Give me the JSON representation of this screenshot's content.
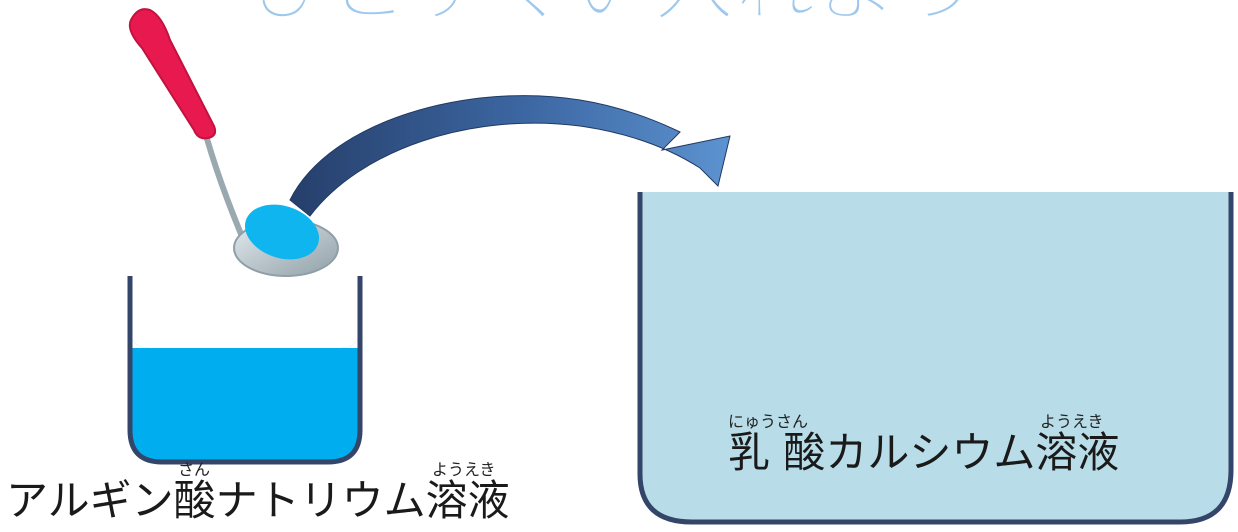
{
  "header": {
    "title_partial": "ひとすくい入れよう"
  },
  "left_container": {
    "label_main": "アルギン酸ナトリウム溶液",
    "ruby_san": "さん",
    "ruby_youeki": "ようえき"
  },
  "right_container": {
    "label_main": "乳 酸カルシウム溶液",
    "ruby_nyuusan": "にゅうさん",
    "ruby_youeki": "ようえき"
  },
  "colors": {
    "title_blue": "#9ec8ec",
    "liquid_blue": "#00adef",
    "basin_fill": "#b8dde8",
    "basin_stroke": "#34456a",
    "arrow_dark": "#2f4f80",
    "arrow_light": "#5b8fcc",
    "ladle_handle": "#e8194f",
    "ladle_metal": "#a7b6bd",
    "ladle_blob": "#0fb5ee"
  },
  "icons": {
    "ladle": "ladle-icon",
    "arrow": "curved-arrow-icon"
  }
}
